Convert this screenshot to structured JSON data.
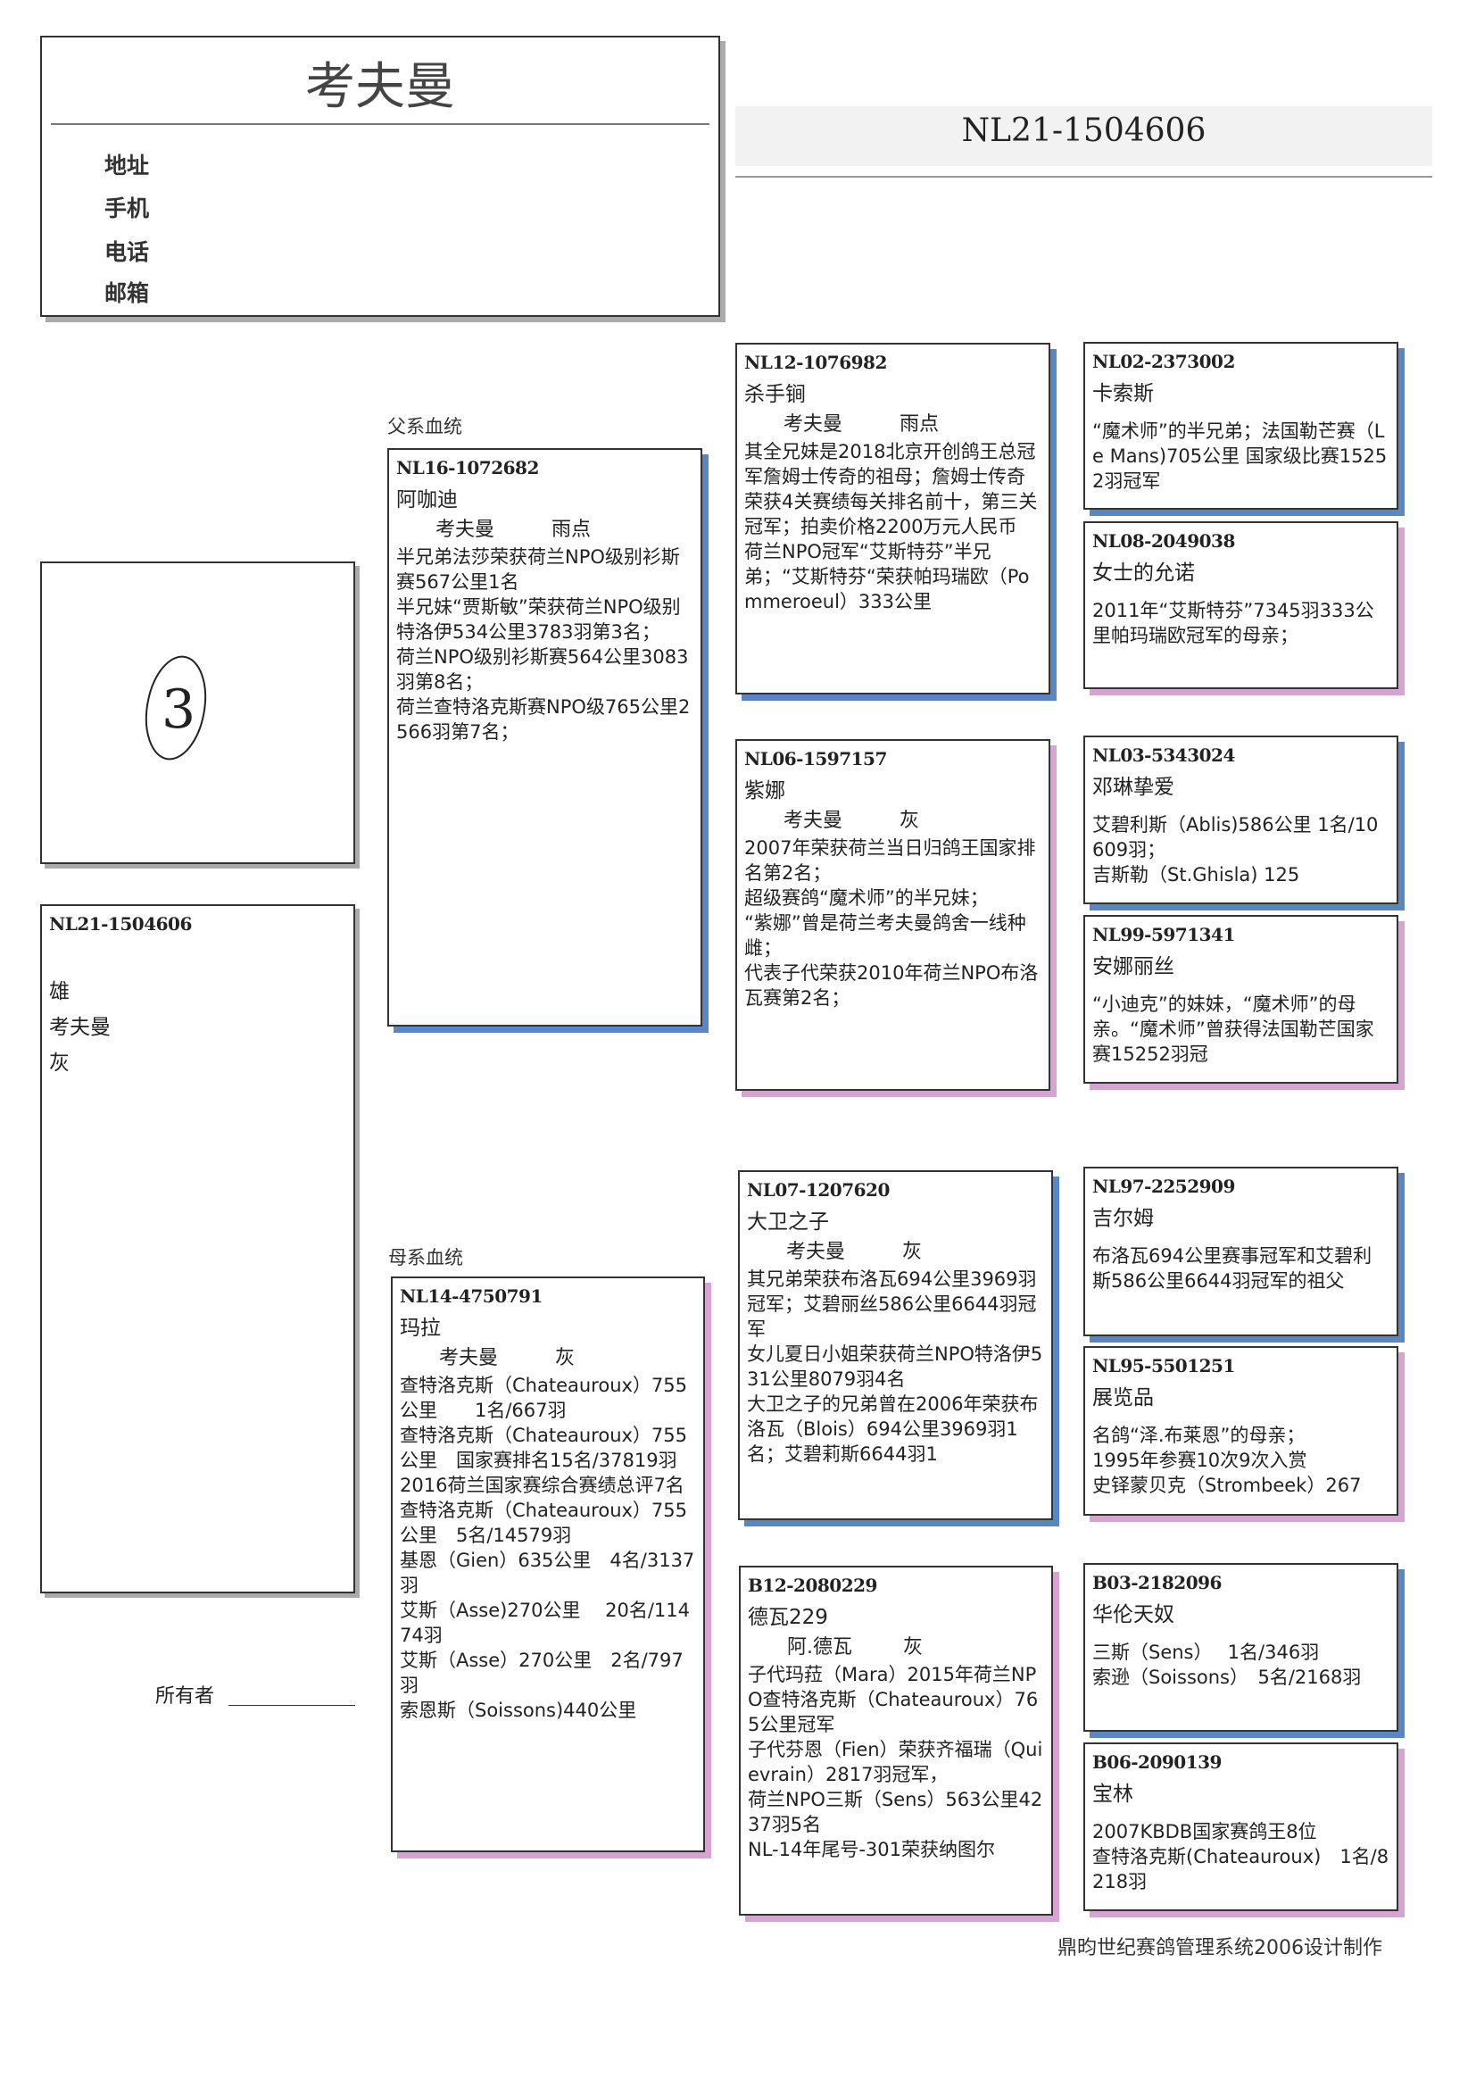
{
  "header": {
    "loft_name": "考夫曼",
    "contact_labels": [
      "地址",
      "手机",
      "电话",
      "邮箱"
    ],
    "ring_number": "NL21-1504606"
  },
  "photo": {
    "handwritten_mark": "3"
  },
  "subject": {
    "ring": "NL21-1504606",
    "sex": "雄",
    "strain": "考夫曼",
    "color": "灰"
  },
  "owner": {
    "label": "所有者"
  },
  "sections": {
    "sire_line": "父系血统",
    "dam_line": "母系血统"
  },
  "pedigree": {
    "sire": {
      "ring": "NL16-1072682",
      "name": "阿咖迪",
      "strain": "考夫曼",
      "color": "雨点",
      "desc": [
        "半兄弟法莎荣获荷兰NPO级别衫斯赛567公里1名",
        "半兄妹“贾斯敏”荣获荷兰NPO级别特洛伊534公里3783羽第3名；",
        "荷兰NPO级别衫斯赛564公里3083羽第8名；",
        "荷兰查特洛克斯赛NPO级765公里2566羽第7名；"
      ]
    },
    "dam": {
      "ring": "NL14-4750791",
      "name": "玛拉",
      "strain": "考夫曼",
      "color": "灰",
      "desc": [
        "查特洛克斯（Chateauroux）755公里　　1名/667羽",
        "查特洛克斯（Chateauroux）755公里　国家赛排名15名/37819羽",
        "2016荷兰国家赛综合赛绩总评7名",
        "查特洛克斯（Chateauroux）755公里　5名/14579羽",
        "基恩（Gien）635公里　4名/3137羽",
        "艾斯（Asse)270公里　 20名/11474羽",
        "艾斯（Asse）270公里　2名/797羽",
        "索恩斯（Soissons)440公里"
      ]
    },
    "ss": {
      "ring": "NL12-1076982",
      "name": "杀手锏",
      "strain": "考夫曼",
      "color": "雨点",
      "desc": [
        "其全兄妹是2018北京开创鸽王总冠军詹姆士传奇的祖母；詹姆士传奇荣获4关赛绩每关排名前十，第三关冠军；拍卖价格2200万元人民币",
        "荷兰NPO冠军“艾斯特芬”半兄弟；“艾斯特芬“荣获帕玛瑞欧（Pommeroeul）333公里"
      ]
    },
    "sd": {
      "ring": "NL06-1597157",
      "name": "紫娜",
      "strain": "考夫曼",
      "color": "灰",
      "desc": [
        "2007年荣获荷兰当日归鸽王国家排名第2名；",
        "超级赛鸽“魔术师”的半兄妹；",
        "“紫娜”曾是荷兰考夫曼鸽舍一线种雌；",
        "代表子代荣获2010年荷兰NPO布洛瓦赛第2名；"
      ]
    },
    "ds": {
      "ring": "NL07-1207620",
      "name": "大卫之子",
      "strain": "考夫曼",
      "color": "灰",
      "desc": [
        "其兄弟荣获布洛瓦694公里3969羽冠军；艾碧丽丝586公里6644羽冠军",
        "女儿夏日小姐荣获荷兰NPO特洛伊531公里8079羽4名",
        "大卫之子的兄弟曾在2006年荣获布洛瓦（Blois）694公里3969羽1名；艾碧莉斯6644羽1"
      ]
    },
    "dd": {
      "ring": "B12-2080229",
      "name": "德瓦229",
      "strain": "阿.德瓦",
      "color": "灰",
      "desc": [
        "子代玛菈（Mara）2015年荷兰NPO查特洛克斯（Chateauroux）765公里冠军",
        "子代芬恩（Fien）荣获齐福瑞（Quievrain）2817羽冠军，",
        "荷兰NPO三斯（Sens）563公里4237羽5名",
        "NL-14年尾号-301荣获纳图尔"
      ]
    },
    "sss": {
      "ring": "NL02-2373002",
      "name": "卡索斯",
      "desc": [
        "“魔术师”的半兄弟；法国勒芒赛（Le Mans)705公里 国家级比赛15252羽冠军"
      ]
    },
    "ssd": {
      "ring": "NL08-2049038",
      "name": "女士的允诺",
      "desc": [
        "2011年“艾斯特芬”7345羽333公里帕玛瑞欧冠军的母亲；"
      ]
    },
    "sds": {
      "ring": "NL03-5343024",
      "name": "邓琳挚爱",
      "desc": [
        "艾碧利斯（Ablis)586公里 1名/10609羽；",
        "吉斯勒（St.Ghisla) 125"
      ]
    },
    "sdd": {
      "ring": "NL99-5971341",
      "name": "安娜丽丝",
      "desc": [
        "“小迪克”的妹妹，“魔术师”的母亲。“魔术师”曾获得法国勒芒国家赛15252羽冠"
      ]
    },
    "dss": {
      "ring": "NL97-2252909",
      "name": "吉尔姆",
      "desc": [
        "布洛瓦694公里赛事冠军和艾碧利斯586公里6644羽冠军的祖父"
      ]
    },
    "dsd": {
      "ring": "NL95-5501251",
      "name": "展览品",
      "desc": [
        "名鸽“泽.布莱恩”的母亲；",
        "1995年参赛10次9次入赏",
        "史铎蒙贝克（Strombeek）267"
      ]
    },
    "dds": {
      "ring": "B03-2182096",
      "name": "华伦天奴",
      "desc": [
        "三斯（Sens）　 1名/346羽",
        "索逊（Soissons）　5名/2168羽"
      ]
    },
    "ddd": {
      "ring": "B06-2090139",
      "name": "宝林",
      "desc": [
        "2007KBDB国家赛鸽王8位",
        "查特洛克斯(Chateauroux)　1名/8218羽"
      ]
    }
  },
  "footer": {
    "credit": "鼎昀世纪赛鸽管理系统2006设计制作"
  },
  "colors": {
    "sire_shadow": "#5b86c4",
    "dam_shadow": "#d6a3d3"
  }
}
